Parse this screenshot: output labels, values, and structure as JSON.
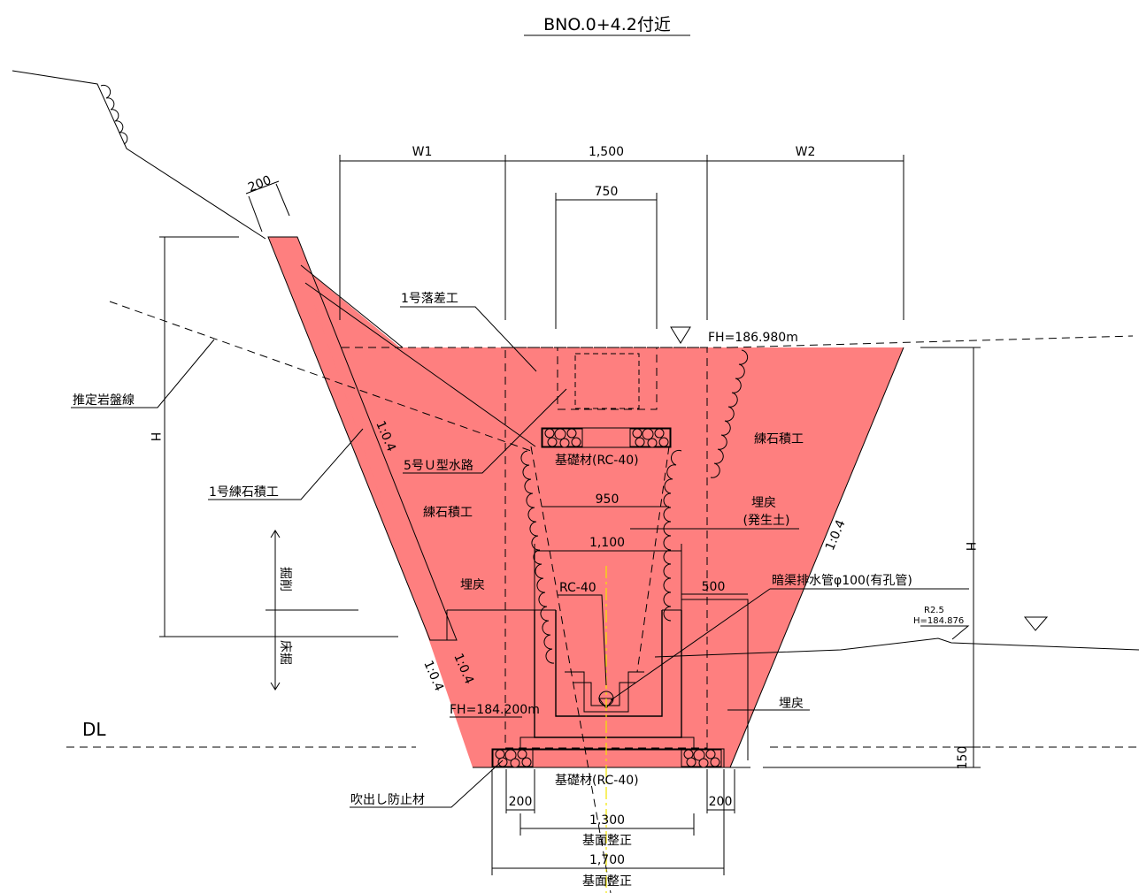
{
  "title": "BNO.0+4.2付近",
  "dims": {
    "w1": "W1",
    "top_width": "1,500",
    "w2": "W2",
    "inner_750": "750",
    "thk_200": "200",
    "w_950": "950",
    "w_1100": "1,100",
    "w_500": "500",
    "bottom_200_left": "200",
    "bottom_200_right": "200",
    "w_1300": "1,300",
    "w_1700": "1,700",
    "h_left": "H",
    "h_right": "H",
    "h_150": "150"
  },
  "labels": {
    "drop_work": "1号落差工",
    "fh_top": "FH=186.980m",
    "bedrock_line": "推定岩盤線",
    "u_channel": "5号Ｕ型水路",
    "base_top": "基礎材(RC-40)",
    "masonry_right": "練石積工",
    "masonry_left_call": "1号練石積工",
    "masonry_center": "練石積工",
    "backfill_right": "埋戻",
    "backfill_right_sub": "(発生土)",
    "excavation": "掘削",
    "bed_excavation": "床掘",
    "backfill_left": "埋戻",
    "rc40": "RC-40",
    "drain_pipe": "暗渠排水管φ100(有孔管)",
    "r25": "R2.5",
    "h_ground": "H=184.876",
    "fh_bottom": "FH=184.200m",
    "backfill_lower_right": "埋戻",
    "dl": "DL",
    "base_bottom": "基礎材(RC-40)",
    "blowout": "吹出し防止材",
    "base_level_1": "基面整正",
    "base_level_2": "基面整正",
    "slope_right": "1:0.4",
    "slope_left_upper": "1:0.4",
    "slope_left_low1": "1:0.4",
    "slope_left_low2": "1:0.4"
  },
  "colors": {
    "fill": "#fe7f7f",
    "line": "#000000",
    "axis": "#f2e600"
  }
}
